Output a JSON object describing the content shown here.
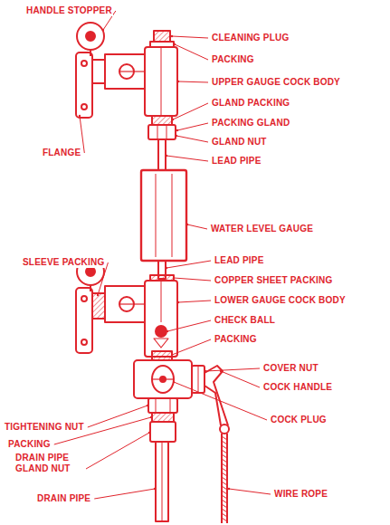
{
  "diagram": {
    "labels": [
      "HANDLE STOPPER",
      "CLEANING PLUG",
      "PACKING",
      "UPPER GAUGE COCK BODY",
      "GLAND PACKING",
      "PACKING GLAND",
      "GLAND NUT",
      "LEAD PIPE",
      "FLANGE",
      "WATER LEVEL GAUGE",
      "SLEEVE PACKING",
      "LEAD PIPE",
      "COPPER SHEET PACKING",
      "LOWER GAUGE COCK BODY",
      "CHECK BALL",
      "PACKING",
      "COVER NUT",
      "COCK HANDLE",
      "COCK PLUG",
      "TIGHTENING NUT",
      "PACKING",
      "DRAIN PIPE GLAND NUT",
      "DRAIN PIPE",
      "WIRE ROPE"
    ]
  }
}
